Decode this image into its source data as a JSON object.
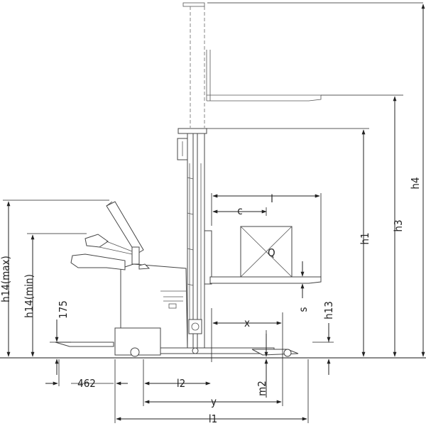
{
  "labels": {
    "h4": "h4",
    "h3": "h3",
    "h1": "h1",
    "h13": "h13",
    "h14_max": "h14(max)",
    "h14_min": "h14(min)",
    "dim_175": "175",
    "dim_462": "462",
    "l": "l",
    "c": "c",
    "x": "x",
    "s": "s",
    "l2": "l2",
    "y": "y",
    "m2": "m2",
    "l1": "l1",
    "q": "Q"
  }
}
